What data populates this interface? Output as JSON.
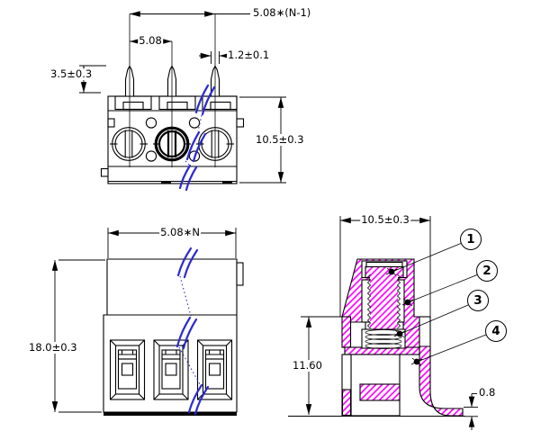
{
  "drawing": {
    "front_top_view": {
      "dims": {
        "pin_pitch_total": "5.08∗(N-1)",
        "pin_pitch": "5.08",
        "pin_width": "1.2±0.1",
        "pin_height": "3.5±0.3",
        "body_height": "10.5±0.3"
      }
    },
    "front_view": {
      "dims": {
        "total_width": "5.08∗N",
        "total_height": "18.0±0.3"
      }
    },
    "section_view": {
      "dims": {
        "body_width": "10.5±0.3",
        "inner_height": "11.60",
        "pin_leg_thickness": "0.8"
      },
      "callouts": [
        {
          "label": "1"
        },
        {
          "label": "2"
        },
        {
          "label": "3"
        },
        {
          "label": "4"
        }
      ]
    },
    "colors": {
      "line": "#000000",
      "hatch": "#ff00ff",
      "break_line": "#2b2bd0"
    }
  }
}
